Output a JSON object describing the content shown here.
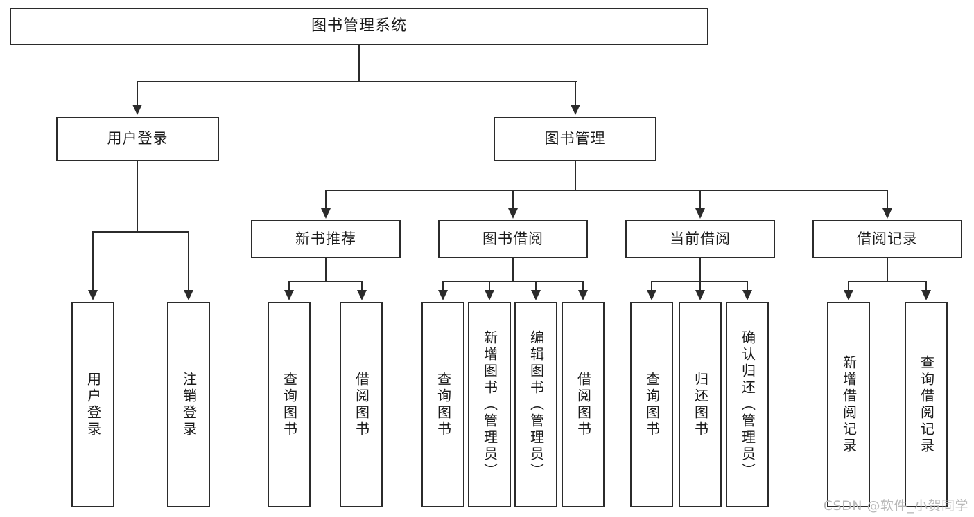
{
  "diagram": {
    "type": "tree-hierarchy-diagram",
    "title": "图书管理系统",
    "root": {
      "id": "root",
      "label": "图书管理系统"
    },
    "level2": [
      {
        "id": "user-login",
        "label": "用户登录"
      },
      {
        "id": "book-management",
        "label": "图书管理"
      }
    ],
    "level3": [
      {
        "id": "new-book-recommend",
        "label": "新书推荐",
        "parent": "book-management"
      },
      {
        "id": "book-borrow",
        "label": "图书借阅",
        "parent": "book-management"
      },
      {
        "id": "current-borrow",
        "label": "当前借阅",
        "parent": "book-management"
      },
      {
        "id": "borrow-record",
        "label": "借阅记录",
        "parent": "book-management"
      }
    ],
    "leaves": [
      {
        "id": "leaf-user-login",
        "label": "用户登录",
        "parent": "user-login"
      },
      {
        "id": "leaf-logout-login",
        "label": "注销登录",
        "parent": "user-login"
      },
      {
        "id": "leaf-query-book-1",
        "label": "查询图书",
        "parent": "new-book-recommend"
      },
      {
        "id": "leaf-borrow-book-1",
        "label": "借阅图书",
        "parent": "new-book-recommend"
      },
      {
        "id": "leaf-query-book-2",
        "label": "查询图书",
        "parent": "book-borrow"
      },
      {
        "id": "leaf-add-book-admin",
        "label": "新增图书（管理员）",
        "parent": "book-borrow"
      },
      {
        "id": "leaf-edit-book-admin",
        "label": "编辑图书（管理员）",
        "parent": "book-borrow"
      },
      {
        "id": "leaf-borrow-book-2",
        "label": "借阅图书",
        "parent": "book-borrow"
      },
      {
        "id": "leaf-query-book-3",
        "label": "查询图书",
        "parent": "current-borrow"
      },
      {
        "id": "leaf-return-book",
        "label": "归还图书",
        "parent": "current-borrow"
      },
      {
        "id": "leaf-confirm-return-admin",
        "label": "确认归还（管理员）",
        "parent": "current-borrow"
      },
      {
        "id": "leaf-add-borrow-record",
        "label": "新增借阅记录",
        "parent": "borrow-record"
      },
      {
        "id": "leaf-query-borrow-record",
        "label": "查询借阅记录",
        "parent": "borrow-record"
      }
    ],
    "watermark": "CSDN @软件_小贺同学",
    "colors": {
      "stroke": "#2b2b2b",
      "background": "#ffffff",
      "text": "#1a1a1a",
      "watermark": "#b9b9b9"
    }
  }
}
